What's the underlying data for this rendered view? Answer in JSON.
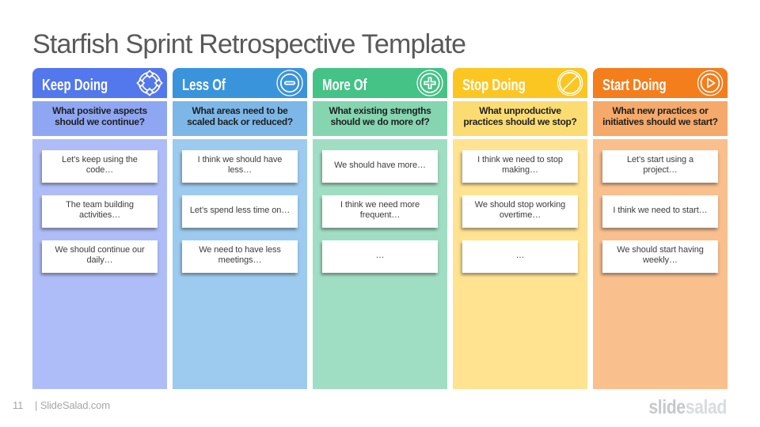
{
  "slide": {
    "title": "Starfish Sprint Retrospective Template",
    "page_number": "11",
    "footer_text": "| SlideSalad.com",
    "logo": {
      "part1": "slide",
      "part2": "salad"
    }
  },
  "columns": [
    {
      "title": "Keep Doing",
      "icon": "cycle-arrows-icon",
      "question": "What positive aspects\nshould we continue?",
      "colors": {
        "header": "#5377EC",
        "question_bg": "#8FA7F2",
        "body_bg": "#AEBDF7"
      },
      "cards": [
        "Let’s keep using the\ncode…",
        "The team building\nactivities…",
        "We should continue our\ndaily…"
      ]
    },
    {
      "title": "Less Of",
      "icon": "minus-circle-icon",
      "question": "What areas need to be\nscaled back or reduced?",
      "colors": {
        "header": "#3A94DC",
        "question_bg": "#7CB7E8",
        "body_bg": "#9CCBEF"
      },
      "cards": [
        "I think we should have\nless…",
        "Let’s spend less time on…",
        "We need to have less\nmeetings…"
      ]
    },
    {
      "title": "More Of",
      "icon": "plus-circle-icon",
      "question": "What existing strengths\nshould we do more of?",
      "colors": {
        "header": "#45C286",
        "question_bg": "#85D5B1",
        "body_bg": "#A0DEC3"
      },
      "cards": [
        "We should have more…",
        "I think we need more\nfrequent…",
        "…"
      ]
    },
    {
      "title": "Stop Doing",
      "icon": "prohibition-icon",
      "question": "What unproductive\npractices should we stop?",
      "colors": {
        "header": "#FCC622",
        "question_bg": "#FBDC73",
        "body_bg": "#FFE391"
      },
      "cards": [
        "I think we need to stop\nmaking…",
        "We should stop working\novertime…",
        "…"
      ]
    },
    {
      "title": "Start Doing",
      "icon": "play-circle-icon",
      "question": "What new practices or\ninitiatives should we start?",
      "colors": {
        "header": "#F47D1C",
        "question_bg": "#F5A96A",
        "body_bg": "#F9BF8D"
      },
      "cards": [
        "Let’s start using a\nproject…",
        "I think we need to start…",
        "We should start having\nweekly…"
      ]
    }
  ]
}
